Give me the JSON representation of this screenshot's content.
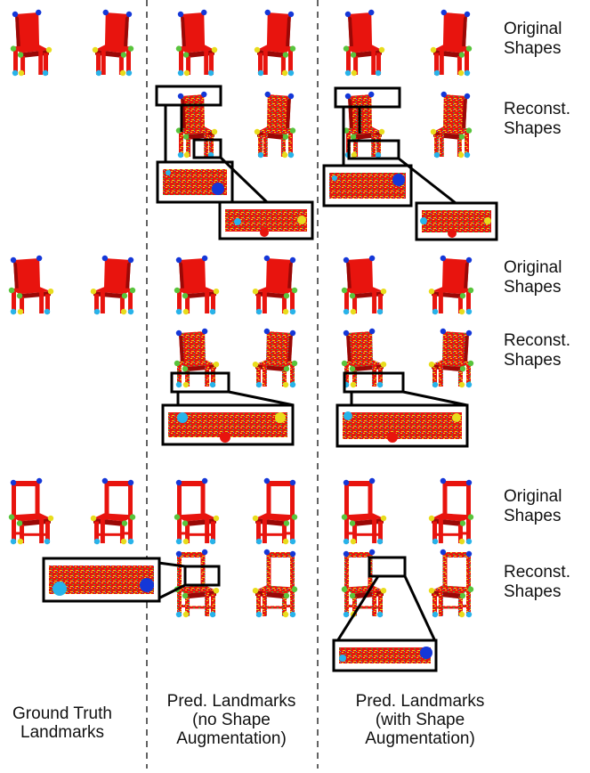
{
  "row_labels": {
    "original": [
      "Original",
      "Shapes"
    ],
    "reconstructed": [
      "Reconst.",
      "Shapes"
    ]
  },
  "column_captions": {
    "ground_truth": [
      "Ground Truth",
      "Landmarks"
    ],
    "pred_no_aug": [
      "Pred. Landmarks",
      "(no Shape",
      "Augmentation)"
    ],
    "pred_with_aug": [
      "Pred. Landmarks",
      "(with Shape",
      "Augmentation)"
    ]
  },
  "colors": {
    "chair_red": "#e8140e",
    "chair_dark": "#9a0806",
    "noise_yellow": "#e7d21a",
    "noise_green": "#3fae3a",
    "landmark_blue": "#1437d8",
    "landmark_cyan": "#27b3ea",
    "landmark_yellow": "#e8dc1c",
    "landmark_green": "#59c43c",
    "frame": "#000000"
  }
}
